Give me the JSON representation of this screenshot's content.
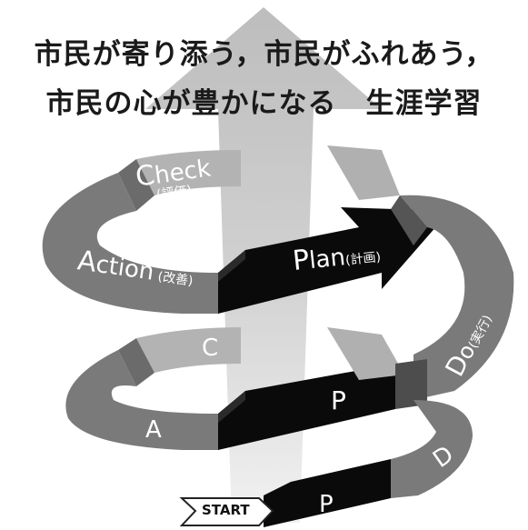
{
  "title": {
    "line1": "市民が寄り添う，市民がふれあう，",
    "line2": "市民の心が豊かになる　生涯学習"
  },
  "labels": {
    "check_main": "C",
    "check_rest": "heck",
    "check_sub": "(評価)",
    "action_main": "A",
    "action_rest": "ction",
    "action_sub": "(改善)",
    "plan_main": "P",
    "plan_rest": "lan",
    "plan_sub": "(計画)",
    "do_main": "D",
    "do_rest": "o",
    "do_sub": "(実行)",
    "c2": "C",
    "a2": "A",
    "p2": "P",
    "p3": "P",
    "d2": "D",
    "start": "START"
  },
  "colors": {
    "arrow_light": "#c8c8c8",
    "ring_mid": "#7a7a7a",
    "ring_dark": "#555555",
    "plan_black": "#0a0a0a",
    "check_gray": "#b0b0b0"
  }
}
